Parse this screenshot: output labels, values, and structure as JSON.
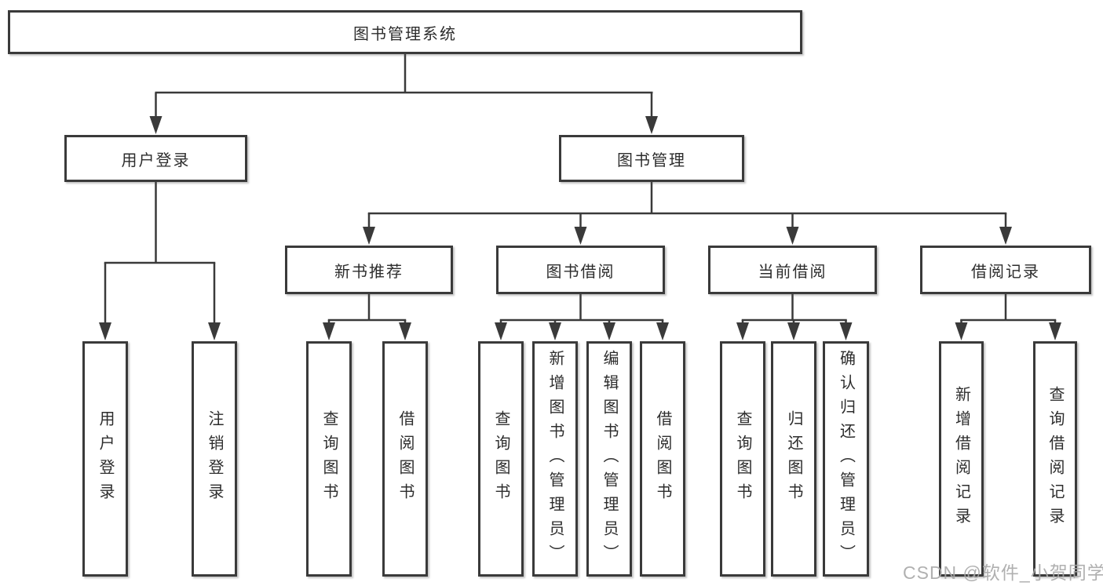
{
  "diagram_title": "图书管理系统",
  "watermark": "CSDN @软件_小贺同学",
  "colors": {
    "line": "#3a3a3a",
    "box_border": "#3a3a3a",
    "text": "#2d2d2d",
    "watermark": "#a8a8a8",
    "background": "#ffffff"
  },
  "tree": {
    "root": {
      "label": "图书管理系统"
    },
    "branches": [
      {
        "label": "用户登录",
        "children": [
          {
            "label": "用户登录"
          },
          {
            "label": "注销登录"
          }
        ]
      },
      {
        "label": "图书管理",
        "children": [
          {
            "label": "新书推荐",
            "children": [
              {
                "label": "查询图书"
              },
              {
                "label": "借阅图书"
              }
            ]
          },
          {
            "label": "图书借阅",
            "children": [
              {
                "label": "查询图书"
              },
              {
                "label": "新增图书（管理员）"
              },
              {
                "label": "编辑图书（管理员）"
              },
              {
                "label": "借阅图书"
              }
            ]
          },
          {
            "label": "当前借阅",
            "children": [
              {
                "label": "查询图书"
              },
              {
                "label": "归还图书"
              },
              {
                "label": "确认归还（管理员）"
              }
            ]
          },
          {
            "label": "借阅记录",
            "children": [
              {
                "label": "新增借阅记录"
              },
              {
                "label": "查询借阅记录"
              }
            ]
          }
        ]
      }
    ]
  }
}
